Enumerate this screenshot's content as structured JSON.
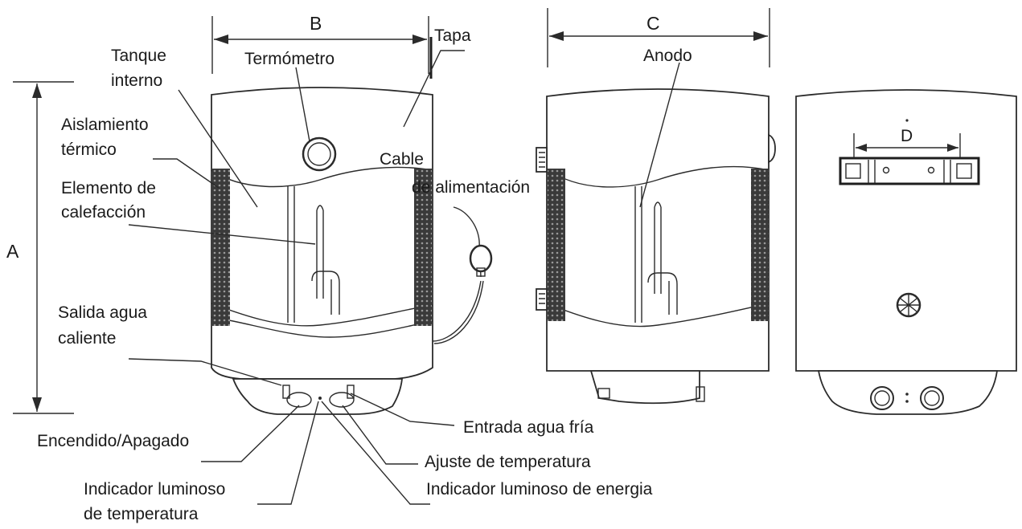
{
  "dimensions": {
    "a": "A",
    "b": "B",
    "c": "C",
    "d": "D"
  },
  "labels": {
    "tapa": "Tapa",
    "tanque_line1": "Tanque",
    "tanque_line2": "interno",
    "termometro": "Termómetro",
    "aislamiento_line1": "Aislamiento",
    "aislamiento_line2": "térmico",
    "elemento_line1": "Elemento de",
    "elemento_line2": "calefacción",
    "cable_line1": "Cable",
    "cable_line2": "de alimentación",
    "salida_line1": "Salida agua",
    "salida_line2": "caliente",
    "entrada": "Entrada agua fría",
    "encendido": "Encendido/Apagado",
    "ajuste": "Ajuste de temperatura",
    "indicador_temp_line1": "Indicador luminoso",
    "indicador_temp_line2": "de temperatura",
    "indicador_energia": "Indicador luminoso de energia",
    "anodo": "Anodo"
  }
}
